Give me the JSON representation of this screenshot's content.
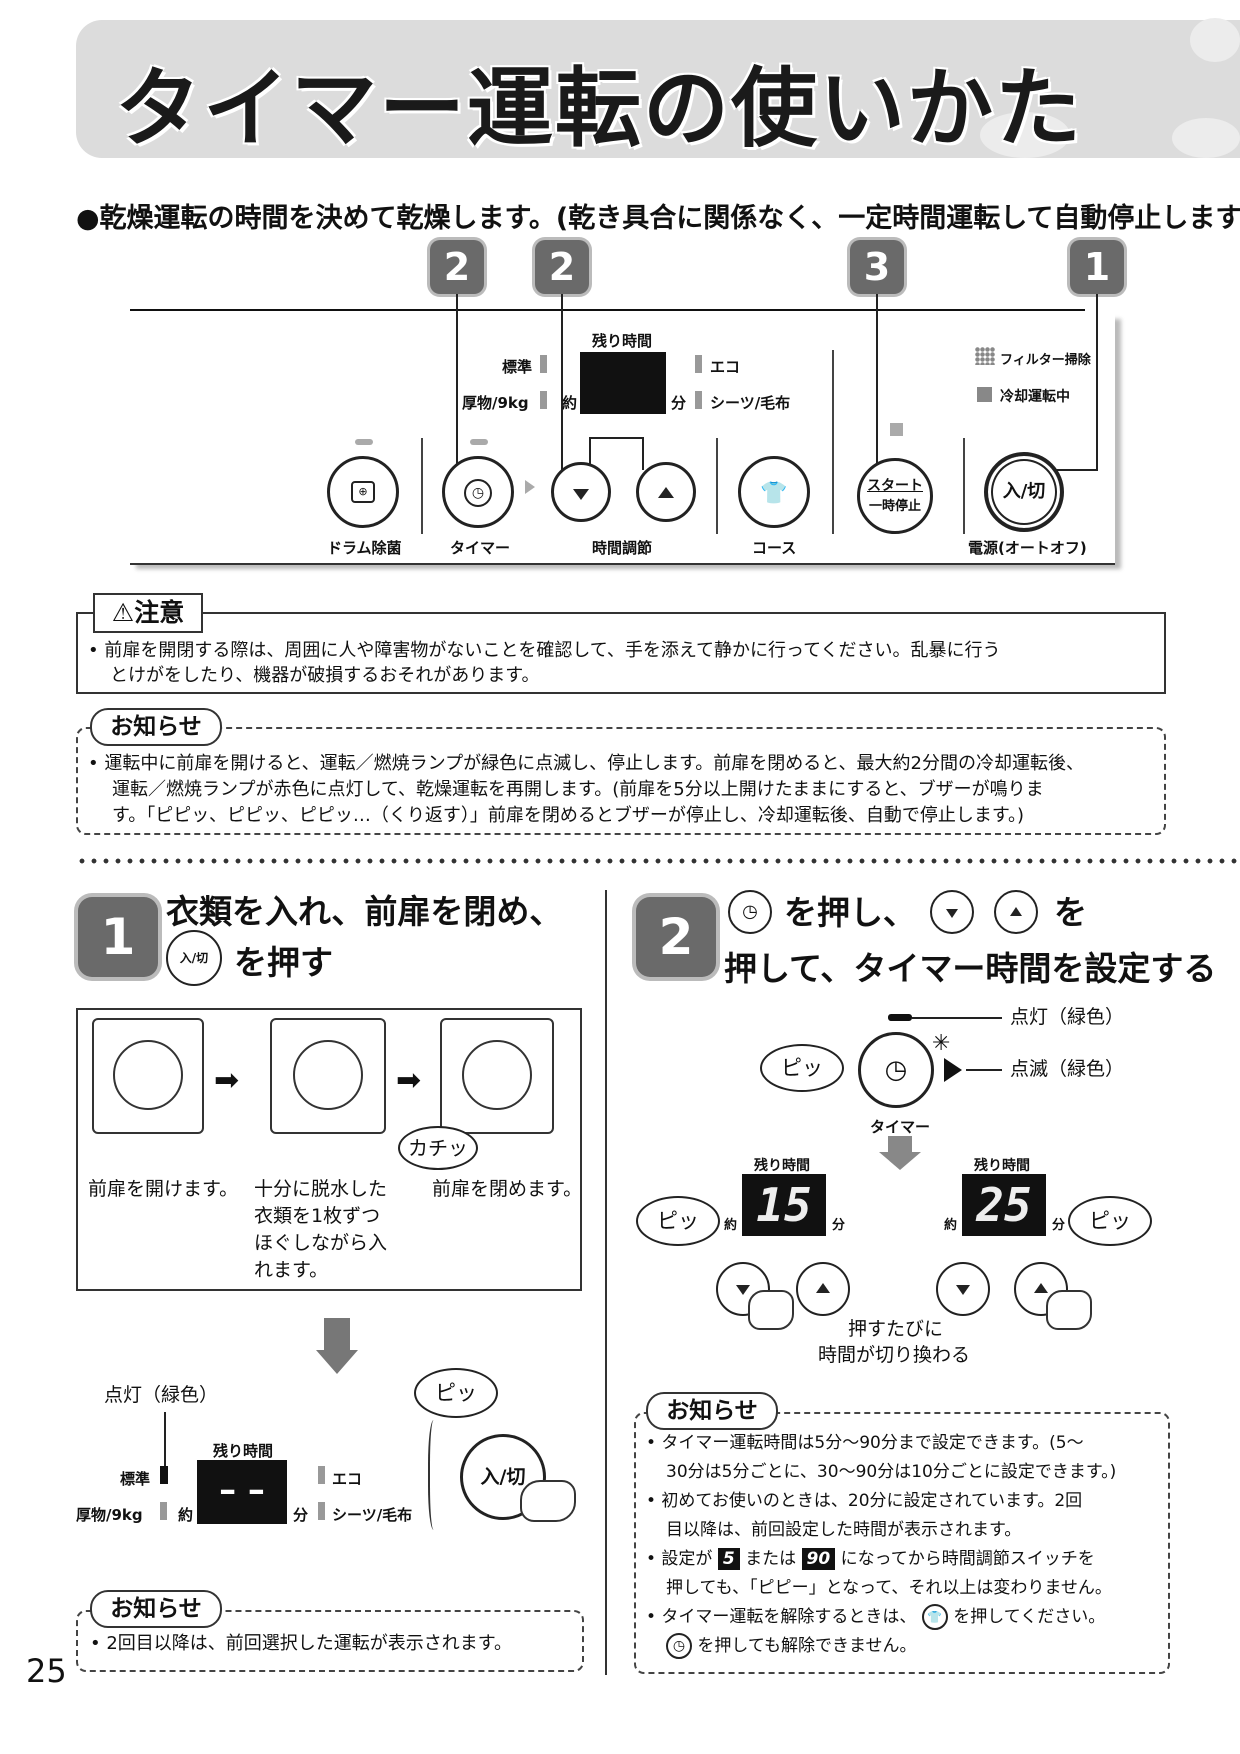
{
  "title": "タイマー運転の使いかた",
  "lead": "●乾燥運転の時間を決めて乾燥します。(乾き具合に関係なく、一定時間運転して自動停止します。)",
  "badges": [
    "2",
    "2",
    "3",
    "1"
  ],
  "panel": {
    "course_std": "標準",
    "course_thick": "厚物/9kg",
    "remain": "残り時間",
    "approx": "約",
    "minutes": "分",
    "eco": "エコ",
    "sheets": "シーツ/毛布",
    "filter": "フィルター掃除",
    "cooling": "冷却運転中",
    "drum": "ドラム除菌",
    "timer": "タイマー",
    "time_adjust": "時間調節",
    "course": "コース",
    "start1": "スタート",
    "start2": "一時停止",
    "power_btn": "入/切",
    "power": "電源(オートオフ)"
  },
  "caution": {
    "tag": "⚠注意",
    "text1": "• 前扉を開閉する際は、周囲に人や障害物がないことを確認して、手を添えて静かに行ってください。乱暴に行う",
    "text2": "とけがをしたり、機器が破損するおそれがあります。"
  },
  "notice1": {
    "tag": "お知らせ",
    "l1": "• 運転中に前扉を開けると、運転／燃焼ランプが緑色に点滅し、停止します。前扉を閉めると、最大約2分間の冷却運転後、",
    "l2": "運転／燃焼ランプが赤色に点灯して、乾燥運転を再開します。(前扉を5分以上開けたままにすると、ブザーが鳴りま",
    "l3": "す。「ピピッ、ピピッ、ピピッ…（くり返す）」前扉を閉めるとブザーが停止し、冷却運転後、自動で停止します。)"
  },
  "step1": {
    "num": "1",
    "title1": "衣類を入れ、前扉を閉め、",
    "btn": "入/切",
    "title2": "を押す",
    "cap1": "前扉を開けます。",
    "cap2": [
      "十分に脱水した",
      "衣類を1枚ずつ",
      "ほぐしながら入",
      "れます。"
    ],
    "cap3": "前扉を閉めます。",
    "click": "カチッ",
    "lit": "点灯（緑色）",
    "pi": "ピッ",
    "dash": "– –",
    "notice_tag": "お知らせ",
    "notice": "• 2回目以降は、前回選択した運転が表示されます。"
  },
  "step2": {
    "num": "2",
    "t1": "を押し、",
    "t2": "を",
    "t3": "押して、タイマー時間を設定する",
    "lit": "点灯（緑色）",
    "blink": "点滅（緑色）",
    "pi": "ピッ",
    "timer": "タイマー",
    "val1": "15",
    "val2": "25",
    "press": "押すたびに",
    "press2": "時間が切り換わる",
    "notice_tag": "お知らせ",
    "n1a": "• タイマー運転時間は5分～90分まで設定できます。(5～",
    "n1b": "30分は5分ごとに、30～90分は10分ごとに設定できます。)",
    "n2a": "• 初めてお使いのときは、20分に設定されています。2回",
    "n2b": "目以降は、前回設定した時間が表示されます。",
    "n3a_pre": "• 設定が",
    "n3a_v1": "5",
    "n3a_mid": "または",
    "n3a_v2": "90",
    "n3a_post": "になってから時間調節スイッチを",
    "n3b": "押しても、「ピピー」となって、それ以上は変わりません。",
    "n4a_pre": "• タイマー運転を解除するときは、",
    "n4a_post": "を押してください。",
    "n4b": "を押しても解除できません。"
  },
  "page_number": "25"
}
